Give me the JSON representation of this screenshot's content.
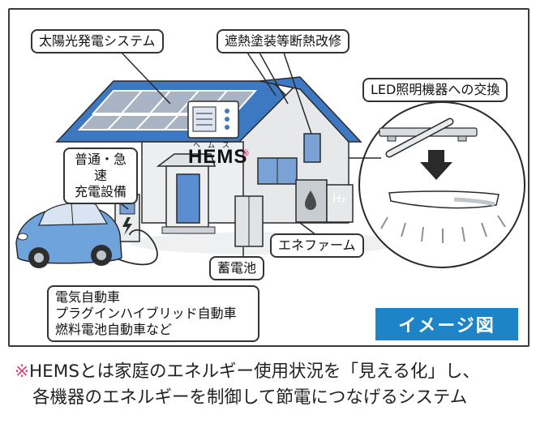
{
  "labels": {
    "solar": "太陽光発電システム",
    "insulation": "遮熱塗装等断熱改修",
    "led": "LED照明機器への交換",
    "charger_line1": "普通・急速",
    "charger_line2": "充電設備",
    "hems": "HEMS",
    "hems_ruby": "ヘムス",
    "hems_mark": "※",
    "battery": "蓄電池",
    "enefarm": "エネファーム",
    "h2": "H₂",
    "vehicles_line1": "電気自動車",
    "vehicles_line2": "プラグインハイブリッド自動車",
    "vehicles_line3": "燃料電池自動車など"
  },
  "badge": "イメージ図",
  "footnote": {
    "mark": "※",
    "line1": "HEMSとは家庭のエネルギー使用状況を「見える化」し、",
    "line2": "各機器のエネルギーを制御して節電につなげるシステム"
  },
  "colors": {
    "roof_blue": "#3d78c2",
    "solar_panel": "#a8b4c4",
    "wall": "#e6e8ea",
    "window_blue": "#7aa2d6",
    "car_blue": "#6fa3dc",
    "badge_blue": "#1e84c8",
    "accent_pink": "#d24a7a"
  }
}
